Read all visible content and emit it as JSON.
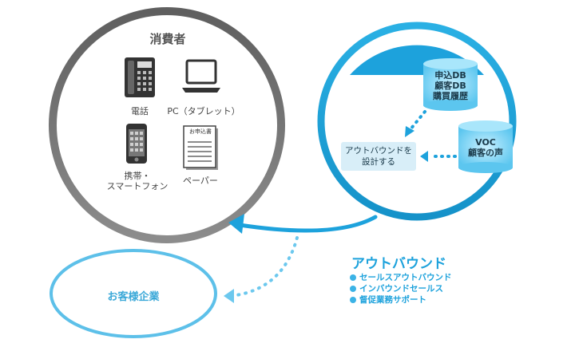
{
  "consumer": {
    "title": "消費者",
    "devices": {
      "phone": "電話",
      "pc": "PC（タブレット）",
      "mobile_line1": "携帯・",
      "mobile_line2": "スマートフォン",
      "paper": "ペーパー",
      "form_heading": "お申込書"
    }
  },
  "customer": {
    "title": "お客様",
    "db": {
      "line1": "申込DB",
      "line2": "顧客DB",
      "line3": "購買履歴"
    },
    "voc": {
      "line1": "VOC",
      "line2": "顧客の声"
    },
    "design_box": {
      "line1": "アウトバウンドを",
      "line2": "設計する"
    }
  },
  "enterprise": {
    "label": "お客様企業"
  },
  "outbound": {
    "title": "アウトバウンド",
    "items": [
      "セールスアウトバウンド",
      "インバウンドセールス",
      "督促業務サポート"
    ]
  },
  "colors": {
    "consumer_ring": "#7a7a7a",
    "customer_ring": "#1da2dc",
    "accent": "#3bb3e6"
  }
}
